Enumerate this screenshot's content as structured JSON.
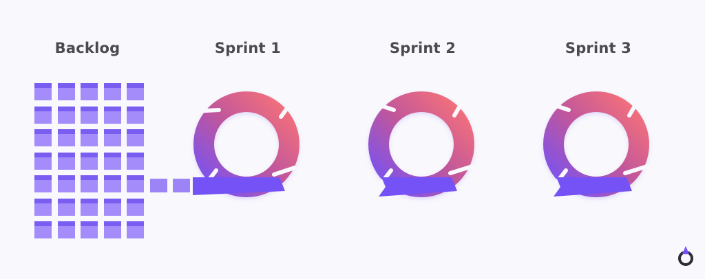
{
  "columns": {
    "backlog": "Backlog",
    "sprint_1": "Sprint 1",
    "sprint_2": "Sprint 2",
    "sprint_3": "Sprint 3"
  },
  "colors": {
    "cycle_gradient": [
      "#7552f5",
      "#c0569c",
      "#f87377"
    ],
    "backlog_item": "#a48cfa",
    "backlog_item_top": "#7a5ef2",
    "logo": "#2c2c35"
  },
  "backlog": {
    "columns": 5,
    "rows": 7,
    "items_flowing_into_sprint_1": 3
  },
  "sprints": [
    {
      "name_ref": "sprint_1",
      "segments": 4
    },
    {
      "name_ref": "sprint_2",
      "segments": 4
    },
    {
      "name_ref": "sprint_3",
      "segments": 4
    }
  ],
  "icons": [
    "brand-logo-icon"
  ]
}
